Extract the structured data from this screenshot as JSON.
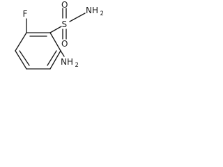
{
  "molecule": {
    "atoms": {
      "fluorine": "F",
      "sulfur": "S",
      "oxygen_top": "O",
      "oxygen_bottom": "O",
      "sulfonamide_n": "NH",
      "sulfonamide_n_sub": "2",
      "amine_n": "NH",
      "amine_n_sub": "2"
    }
  }
}
